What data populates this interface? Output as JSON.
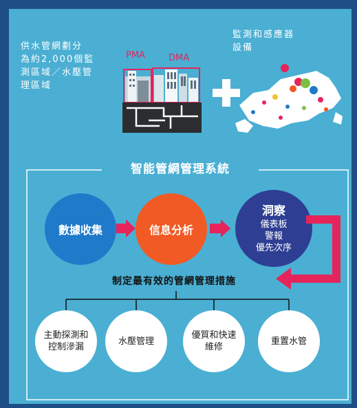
{
  "intro": {
    "lines": [
      "供水管網劃分",
      "為約2,000個監",
      "測區域／水壓管",
      "理區域"
    ]
  },
  "sensors": {
    "lines": [
      "監測和感應器",
      "設備"
    ]
  },
  "labels": {
    "pma": "PMA",
    "dma": "DMA"
  },
  "system": {
    "title": "智能管網管理系統"
  },
  "steps": {
    "collect": "數據收集",
    "analyze": "信息分析",
    "insight_title": "洞察",
    "insight_items": [
      "儀表板",
      "警報",
      "優先次序"
    ]
  },
  "measures": {
    "title": "制定最有效的管網管理措施"
  },
  "actions": [
    [
      "主動探測和",
      "控制滲漏"
    ],
    [
      "水壓管理"
    ],
    [
      "優質和快速",
      "維修"
    ],
    [
      "重置水管"
    ]
  ],
  "colors": {
    "outer_bg": "#1d4f86",
    "panel_bg": "#4aafd3",
    "collect": "#1f7ac9",
    "analyze": "#f15a24",
    "insight": "#2e3e93",
    "arrow": "#e5245b"
  }
}
